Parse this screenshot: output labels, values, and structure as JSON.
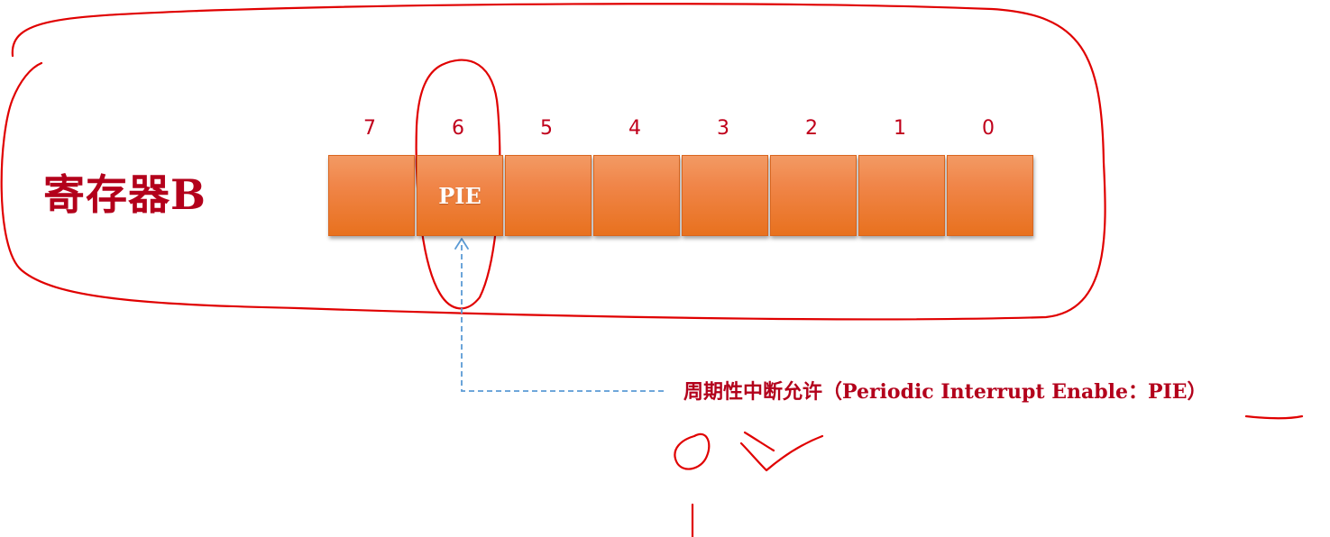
{
  "title": "寄存器B",
  "bit_indices": [
    "7",
    "6",
    "5",
    "4",
    "3",
    "2",
    "1",
    "0"
  ],
  "bit_labels": [
    "",
    "PIE",
    "",
    "",
    "",
    "",
    "",
    ""
  ],
  "description": "周期性中断允许（Periodic Interrupt Enable：PIE）",
  "colors": {
    "title_red": "#b3001b",
    "index_red": "#c0001b",
    "cell_orange": "#f08548",
    "arrow_blue": "#5b9bd5",
    "ink_red": "#e00000"
  }
}
